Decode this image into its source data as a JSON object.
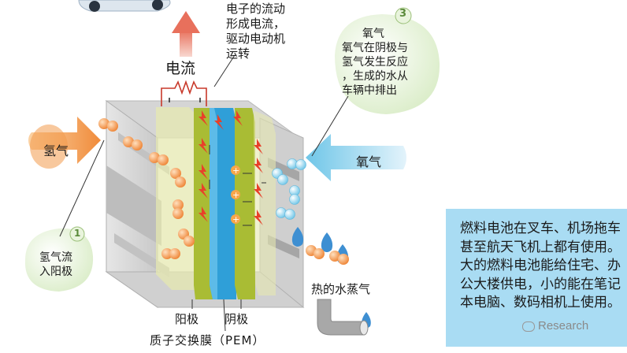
{
  "labels": {
    "current": "电流",
    "top_note": [
      "电子的流动",
      "形成电流，",
      "驱动电动机",
      "运转"
    ],
    "step3_number": "3",
    "step3_text": [
      "氧气",
      "氧气在阴极与",
      "氢气发生反应",
      "，生成的水从",
      "车辆中排出"
    ],
    "step1_number": "1",
    "step1_text": [
      "氢气流",
      "入阳极"
    ],
    "hydrogen_in": "氢气",
    "oxygen_in": "氧气",
    "anode": "阳极",
    "cathode": "阴极",
    "pem": "质子交换膜（PEM）",
    "steam": "热的水蒸气"
  },
  "info_box": {
    "text": "燃料电池在叉车、机场拖车甚至航天飞机上都有使用。大的燃料电池能给住宅、办公大楼供电，小的能在笔记本电脑、数码相机上使用。"
  },
  "watermark": "Research",
  "colors": {
    "hydrogen": "#f39a4c",
    "oxygen": "#6fc6e8",
    "anode": "#b2c33a",
    "pem": "#2f9fd8",
    "spark": "#e8402a",
    "info_bg": "#a9dcf3"
  }
}
